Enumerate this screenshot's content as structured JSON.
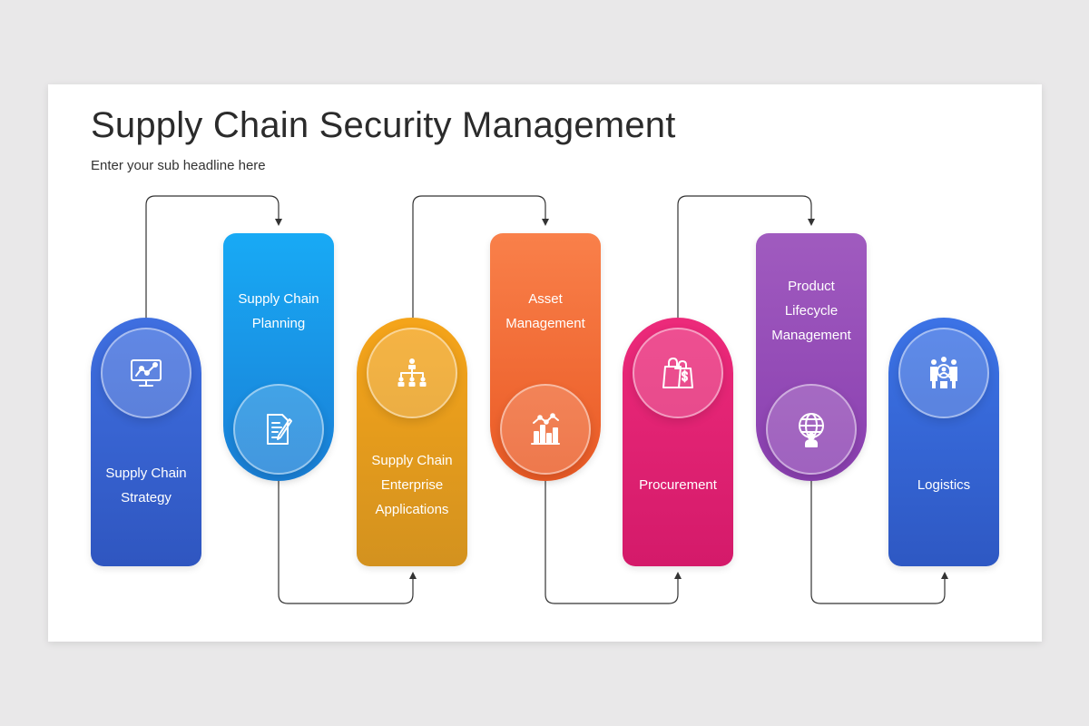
{
  "title": "Supply Chain Security Management",
  "subtitle": "Enter your sub headline here",
  "steps": [
    {
      "label": "Supply Chain\nStrategy",
      "icon": "monitor-chart-icon",
      "color": "#3a63d6"
    },
    {
      "label": "Supply Chain\nPlanning",
      "icon": "document-edit-icon",
      "color": "#1a98ea"
    },
    {
      "label": "Supply Chain\nEnterprise\nApplications",
      "icon": "org-chart-icon",
      "color": "#eb9d1c"
    },
    {
      "label": "Asset\nManagement",
      "icon": "bar-chart-icon",
      "color": "#f26f36"
    },
    {
      "label": "Procurement",
      "icon": "shopping-bag-dollar-icon",
      "color": "#e2236f"
    },
    {
      "label": "Product\nLifecycle\nManagement",
      "icon": "globe-person-icon",
      "color": "#9a4fbb"
    },
    {
      "label": "Logistics",
      "icon": "team-search-icon",
      "color": "#3565d6"
    }
  ]
}
